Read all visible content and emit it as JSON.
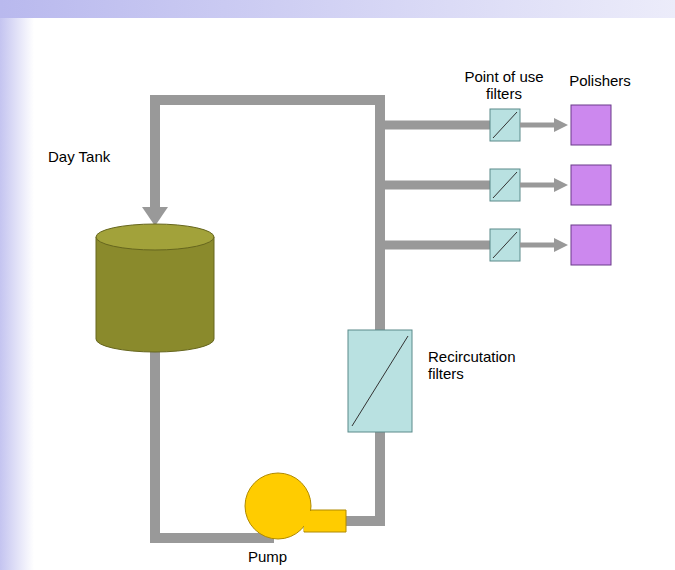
{
  "diagram": {
    "nodes": [
      {
        "text": [
          "Day Tank"
        ]
      },
      {
        "text": [
          "Pump"
        ]
      },
      {
        "text": [
          "Recircutation filters"
        ]
      }
    ],
    "edges": [
      {
        "from": 0,
        "to": 1,
        "arrow": "none"
      },
      {
        "from": 1,
        "to": 2,
        "arrow": "none"
      },
      {
        "from": 2,
        "to": 0,
        "arrow": "to"
      }
    ],
    "labels": [
      "Point of use filters",
      "Polishers"
    ]
  }
}
